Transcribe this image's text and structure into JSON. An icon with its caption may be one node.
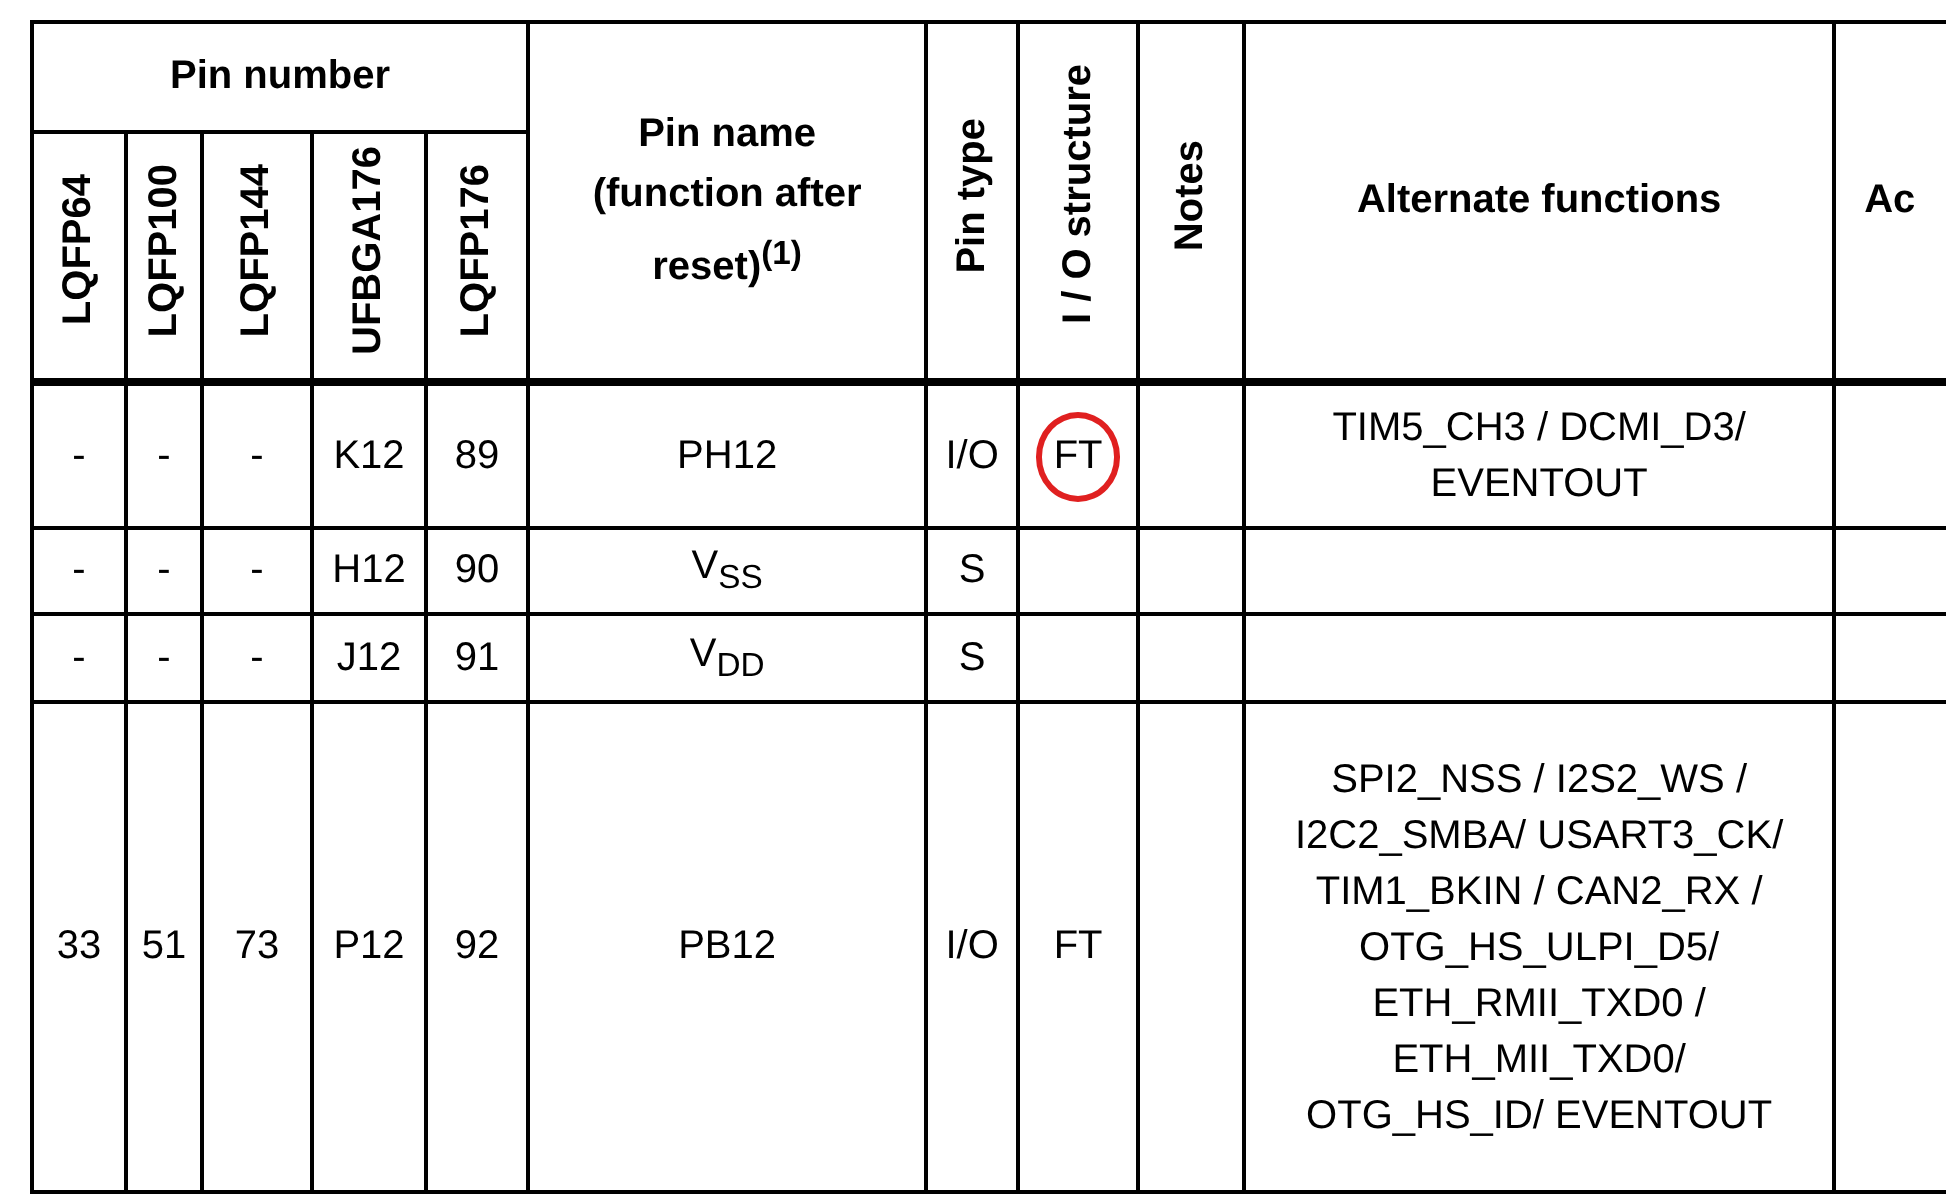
{
  "diagram": {
    "nodes": [
      {
        "text": [
          "FT"
        ]
      }
    ],
    "labels": [
      "Pin number",
      "Pin name (function after reset)$^{(1)}$",
      "Pin type",
      "I / O structure",
      "Notes",
      "Alternate functions",
      "Ac",
      "LQFP64",
      "LQFP100",
      "LQFP144",
      "UFBGA176",
      "LQFP176",
      "-",
      "-",
      "-",
      "K12",
      "89",
      "PH12",
      "I/O",
      "TIM5_CH3 / DCMI_D3/ EVENTOUT",
      "-",
      "-",
      "-",
      "H12",
      "90",
      "V$_{SS}$",
      "S",
      "-",
      "-",
      "-",
      "J12",
      "91",
      "V$_{DD}$",
      "S",
      "33",
      "51",
      "73",
      "P12",
      "92",
      "PB12",
      "I/O",
      "FT",
      "SPI2_NSS / I2S2_WS / I2C2_SMBA/ USART3_CK/ TIM1_BKIN / CAN2_RX / OTG_HS_ULPI_D5/ ETH_RMII_TXD0 / ETH_MII_TXD0/ OTG_HS_ID/ EVENTOUT"
    ]
  }
}
